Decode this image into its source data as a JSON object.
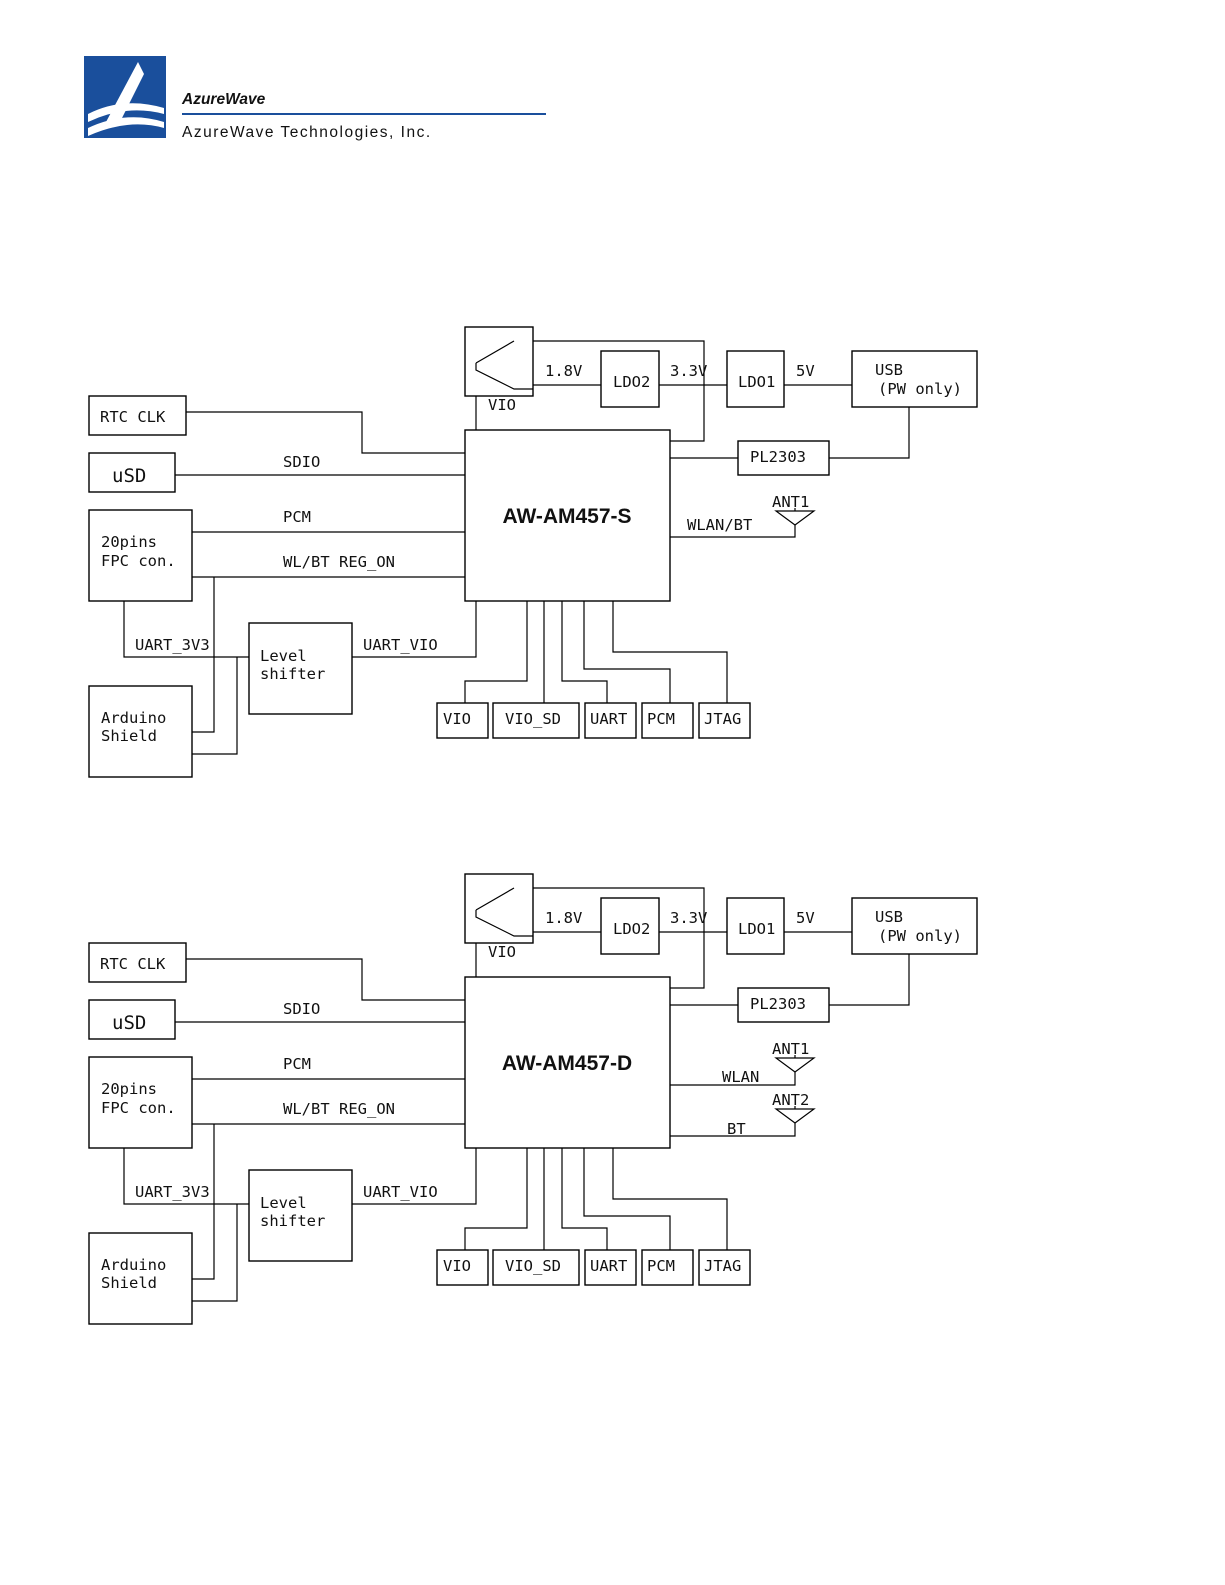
{
  "logo": {
    "brand": "AzureWave",
    "company": "AzureWave Technologies, Inc."
  },
  "diagrams": [
    {
      "chip": "AW-AM457-S",
      "vreg_label": "VIO",
      "v18": "1.8V",
      "v33": "3.3V",
      "v5": "5V",
      "ldo2": "LDO2",
      "ldo1": "LDO1",
      "usb_line1": "USB",
      "usb_line2": "(PW only)",
      "pl2303": "PL2303",
      "rtc": "RTC CLK",
      "usd": "uSD",
      "sdio": "SDIO",
      "pcm": "PCM",
      "fpc_line1": "20pins",
      "fpc_line2": "FPC con.",
      "regon": "WL/BT REG_ON",
      "uart33": "UART_3V3",
      "uartvio": "UART_VIO",
      "level_line1": "Level",
      "level_line2": "shifter",
      "arduino_line1": "Arduino",
      "arduino_line2": "Shield",
      "headers": [
        "VIO",
        "VIO_SD",
        "UART",
        "PCM",
        "JTAG"
      ],
      "antennas": [
        {
          "name": "ANT1",
          "signal": "WLAN/BT"
        }
      ]
    },
    {
      "chip": "AW-AM457-D",
      "vreg_label": "VIO",
      "v18": "1.8V",
      "v33": "3.3V",
      "v5": "5V",
      "ldo2": "LDO2",
      "ldo1": "LDO1",
      "usb_line1": "USB",
      "usb_line2": "(PW only)",
      "pl2303": "PL2303",
      "rtc": "RTC CLK",
      "usd": "uSD",
      "sdio": "SDIO",
      "pcm": "PCM",
      "fpc_line1": "20pins",
      "fpc_line2": "FPC con.",
      "regon": "WL/BT REG_ON",
      "uart33": "UART_3V3",
      "uartvio": "UART_VIO",
      "level_line1": "Level",
      "level_line2": "shifter",
      "arduino_line1": "Arduino",
      "arduino_line2": "Shield",
      "headers": [
        "VIO",
        "VIO_SD",
        "UART",
        "PCM",
        "JTAG"
      ],
      "antennas": [
        {
          "name": "ANT1",
          "signal": "WLAN"
        },
        {
          "name": "ANT2",
          "signal": "BT"
        }
      ]
    }
  ],
  "colors": {
    "brand_blue": "#1a4f9c",
    "line": "#000000"
  }
}
